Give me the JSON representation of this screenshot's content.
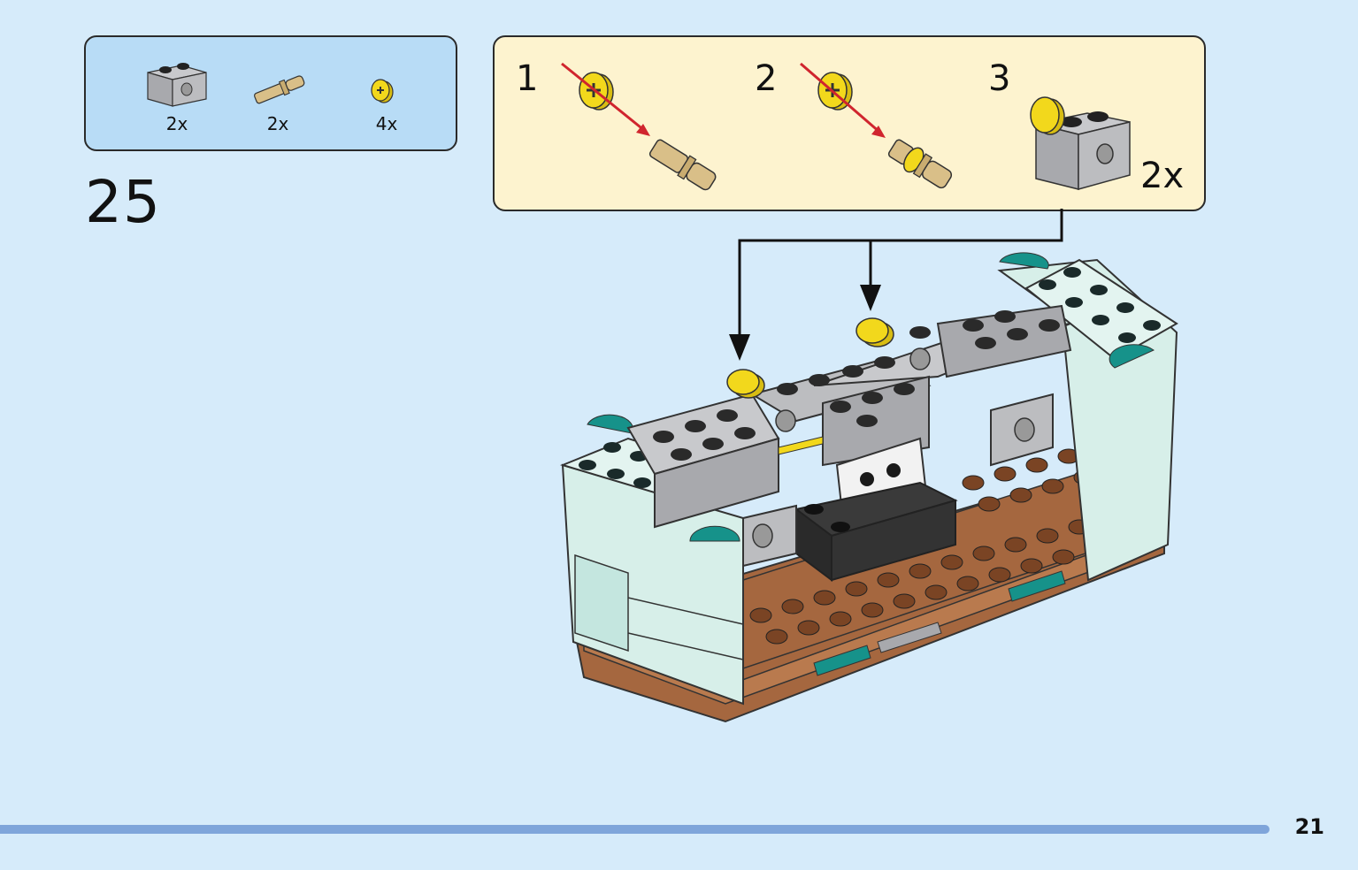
{
  "parts_list": {
    "items": [
      {
        "icon": "technic-brick-1x2-icon",
        "quantity": "2x",
        "color": "#a8a9ad"
      },
      {
        "icon": "technic-pin-icon",
        "quantity": "2x",
        "color": "#d9bf88"
      },
      {
        "icon": "bushing-icon",
        "quantity": "4x",
        "color": "#f2d81c"
      }
    ]
  },
  "step_number": "25",
  "sub_assembly": {
    "steps": [
      {
        "number": "1"
      },
      {
        "number": "2"
      },
      {
        "number": "3"
      }
    ],
    "multiplier": "2x"
  },
  "colors": {
    "background": "#d6ebfa",
    "parts_box": "#b8dcf6",
    "sub_box": "#fdf3cf",
    "bar": "#7fa5da",
    "arrow_red": "#d0252e",
    "bushing_yellow": "#f2d81c",
    "floor_brown": "#a5673f",
    "wall_mint": "#d7efe9",
    "teal": "#16928a"
  },
  "page_number": "21"
}
